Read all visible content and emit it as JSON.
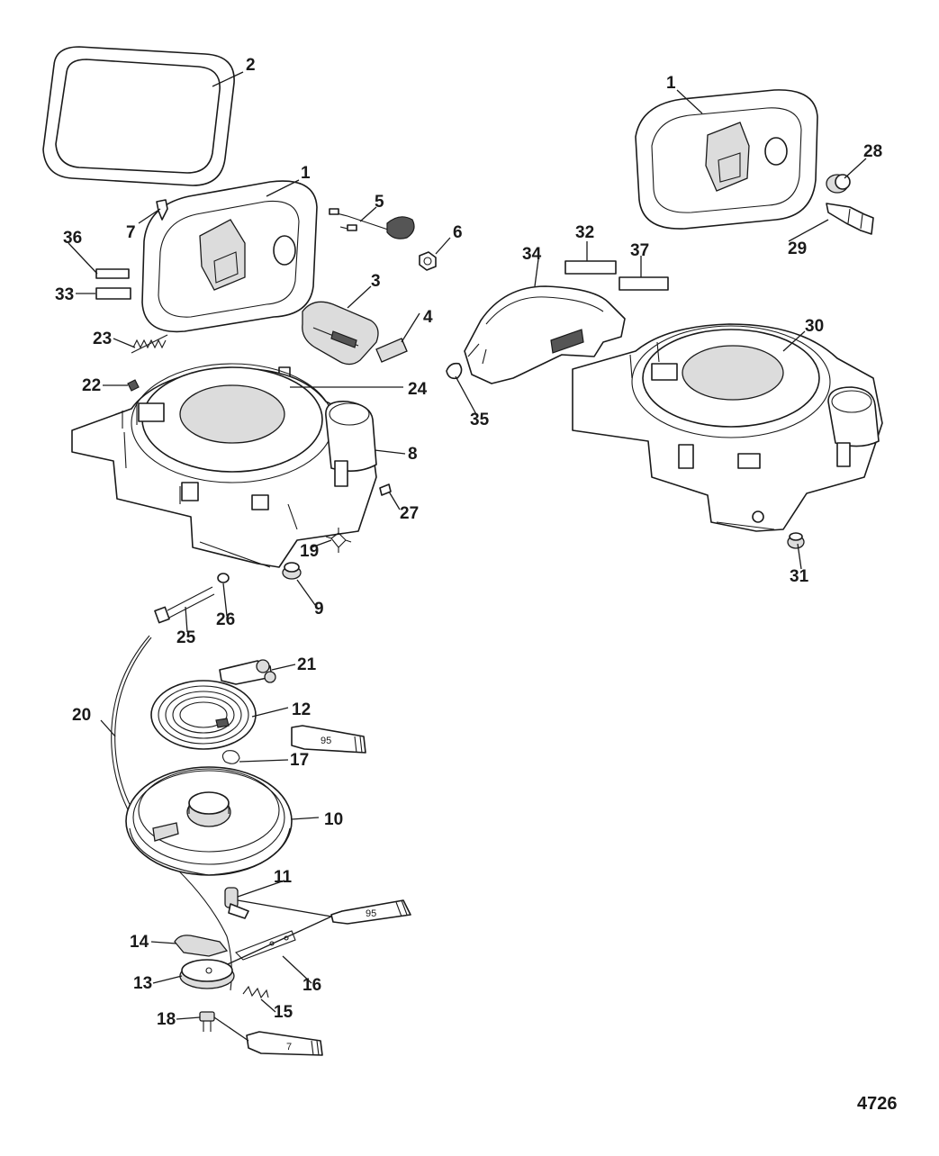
{
  "figure_number": "4726",
  "callouts": {
    "c1a": "1",
    "c1b": "1",
    "c2": "2",
    "c3": "3",
    "c4": "4",
    "c5": "5",
    "c6": "6",
    "c7": "7",
    "c8": "8",
    "c9": "9",
    "c10": "10",
    "c11": "11",
    "c12": "12",
    "c13": "13",
    "c14": "14",
    "c15": "15",
    "c16": "16",
    "c17": "17",
    "c18": "18",
    "c19": "19",
    "c20": "20",
    "c21": "21",
    "c22": "22",
    "c23": "23",
    "c24": "24",
    "c25": "25",
    "c26": "26",
    "c27": "27",
    "c28": "28",
    "c29": "29",
    "c30": "30",
    "c31": "31",
    "c32": "32",
    "c33": "33",
    "c34": "34",
    "c35": "35",
    "c36": "36",
    "c37": "37"
  },
  "tubes": {
    "t1": "95",
    "t2": "95",
    "t3": "7"
  }
}
